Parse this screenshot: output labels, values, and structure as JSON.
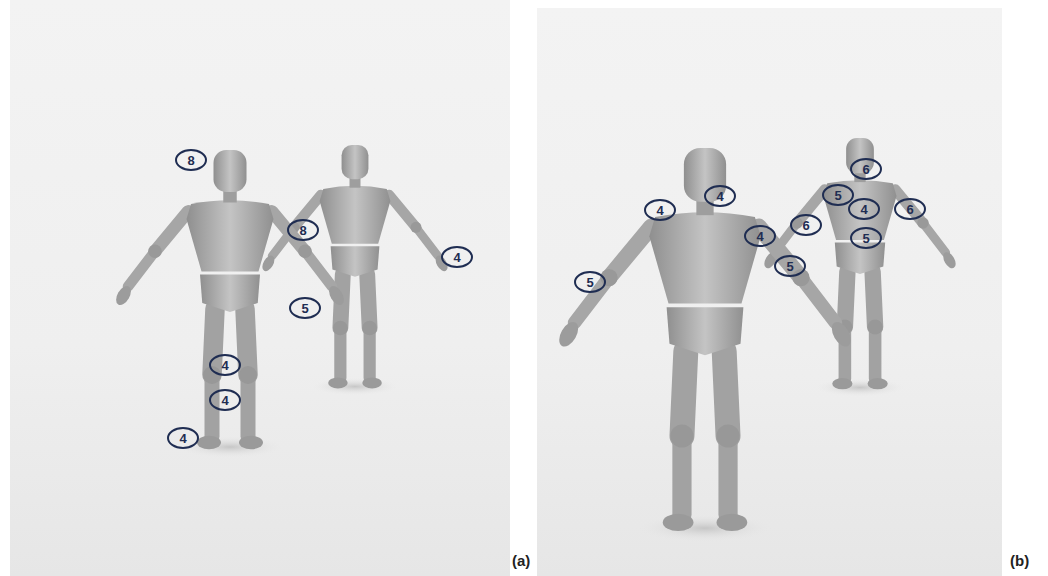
{
  "diagram": {
    "nodes": [
      {
        "text": [
          "8"
        ]
      },
      {
        "text": [
          "8"
        ]
      },
      {
        "text": [
          "4"
        ]
      },
      {
        "text": [
          "5"
        ]
      },
      {
        "text": [
          "4"
        ]
      },
      {
        "text": [
          "4"
        ]
      },
      {
        "text": [
          "4"
        ]
      },
      {
        "text": [
          "6"
        ]
      },
      {
        "text": [
          "5"
        ]
      },
      {
        "text": [
          "4"
        ]
      },
      {
        "text": [
          "4"
        ]
      },
      {
        "text": [
          "4"
        ]
      },
      {
        "text": [
          "6"
        ]
      },
      {
        "text": [
          "6"
        ]
      },
      {
        "text": [
          "4"
        ]
      },
      {
        "text": [
          "5"
        ]
      },
      {
        "text": [
          "5"
        ]
      },
      {
        "text": [
          "5"
        ]
      }
    ],
    "labels": [
      "(a)",
      "(b)"
    ]
  }
}
